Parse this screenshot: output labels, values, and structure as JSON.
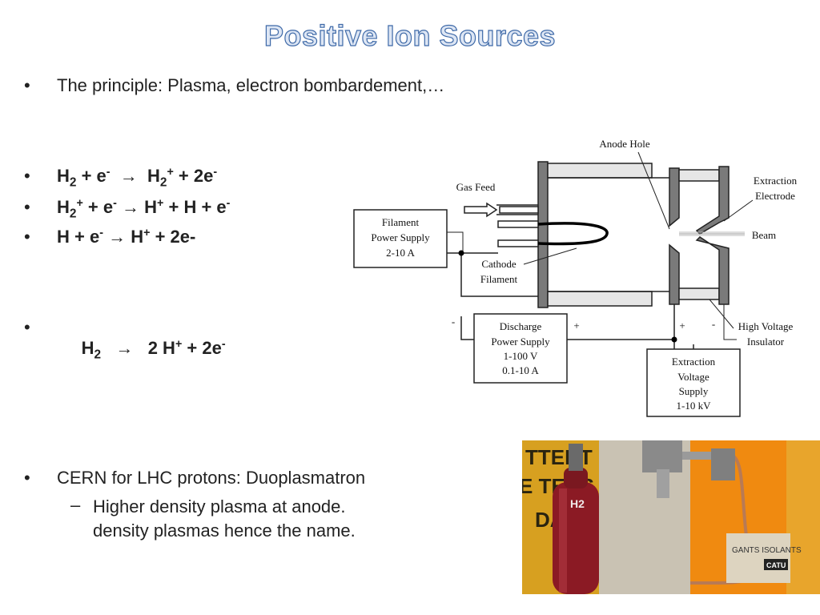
{
  "slide": {
    "title": "Positive Ion Sources",
    "bullets": {
      "principle": "The principle: Plasma, electron bombardement,…",
      "eq1": {
        "a": "H",
        "a_sub": "2",
        "b": " + e",
        "b_sup": "-",
        "arrow": "  →  ",
        "c": "H",
        "c_sub": "2",
        "c_sup": "+",
        "d": " + 2e",
        "d_sup": "-"
      },
      "eq2": {
        "a": "H",
        "a_sub": "2",
        "a_sup": "+",
        "b": " + e",
        "b_sup": "-",
        "arrow": " → ",
        "c": "H",
        "c_sup": "+",
        "d": " + H + e",
        "d_sup": "-"
      },
      "eq3": {
        "a": "H + e",
        "a_sup": "-",
        "arrow": " → ",
        "c": "H",
        "c_sup": "+",
        "d": " + 2e-"
      },
      "eq4": {
        "a": " H",
        "a_sub": "2",
        "arrow": "   →   ",
        "c": "2 H",
        "c_sup": "+",
        "d": " + 2e",
        "d_sup": "-"
      },
      "cern": "CERN for LHC protons: Duoplasmatron",
      "cern_sub_line1": "Higher density plasma at anode.",
      "cern_sub_line2": "density plasmas hence the name."
    },
    "bullet_char": "•",
    "dash_char": "–"
  },
  "diagram": {
    "anode_hole": "Anode Hole",
    "gas_feed": "Gas Feed",
    "extraction_electrode": [
      "Extraction",
      "Electrode"
    ],
    "beam": "Beam",
    "filament_supply": [
      "Filament",
      "Power Supply",
      "2-10 A"
    ],
    "cathode_filament": [
      "Cathode",
      "Filament"
    ],
    "discharge_supply": [
      "Discharge",
      "Power Supply",
      "1-100 V",
      "0.1-10 A"
    ],
    "extraction_supply": [
      "Extraction",
      "Voltage",
      "Supply",
      "1-10 kV"
    ],
    "hv_insulator": [
      "High Voltage",
      "Insulator"
    ],
    "minus1": "-",
    "plus1": "+",
    "plus2": "+",
    "minus2": "-"
  },
  "photo": {
    "cylinder_label": "H2",
    "sign_text_1": "TTENT",
    "sign_text_2": "E TENS",
    "sign_text_3": "DA",
    "box_text": "GANTS ISOLANTS",
    "brand": "CATU"
  }
}
